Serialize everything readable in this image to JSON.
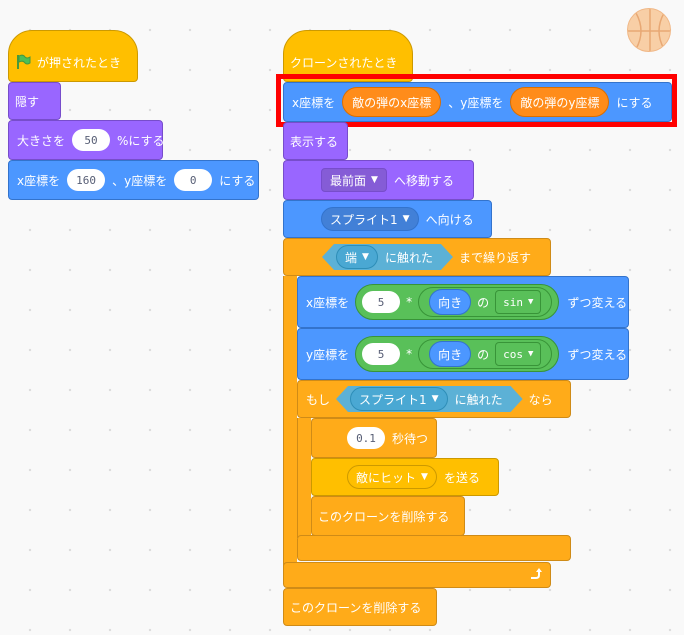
{
  "left_script": {
    "hat_label": "が押されたとき",
    "hide_label": "隠す",
    "size_prefix": "大きさを",
    "size_value": "50",
    "size_suffix": "%にする",
    "goto_x_prefix": "x座標を",
    "goto_x_value": "160",
    "goto_y_prefix": "、y座標を",
    "goto_y_value": "0",
    "goto_suffix": "にする"
  },
  "right_script": {
    "hat_label": "クローンされたとき",
    "goto_x_prefix": "x座標を",
    "goto_x_reporter": "敵の弾のx座標",
    "goto_y_prefix": "、y座標を",
    "goto_y_reporter": "敵の弾のy座標",
    "goto_suffix": "にする",
    "show_label": "表示する",
    "layer_option": "最前面",
    "layer_suffix": "へ移動する",
    "point_option": "スプライト1",
    "point_suffix": "へ向ける",
    "repeat_until_option": "端",
    "repeat_until_touch": "に触れた",
    "repeat_until_suffix": "まで繰り返す",
    "change_x_prefix": "x座標を",
    "change_x_num": "5",
    "change_x_op": "*",
    "change_x_dir": "向き",
    "change_x_of": "の",
    "change_x_fn": "sin",
    "change_x_suffix": "ずつ変える",
    "change_y_prefix": "y座標を",
    "change_y_num": "5",
    "change_y_op": "*",
    "change_y_dir": "向き",
    "change_y_of": "の",
    "change_y_fn": "cos",
    "change_y_suffix": "ずつ変える",
    "if_prefix": "もし",
    "if_option": "スプライト1",
    "if_touch": "に触れた",
    "if_suffix": "なら",
    "wait_value": "0.1",
    "wait_suffix": "秒待つ",
    "broadcast_option": "敵にヒット",
    "broadcast_suffix": "を送る",
    "delete_clone_inner": "このクローンを削除する",
    "delete_clone_end": "このクローンを削除する"
  },
  "icons": {
    "flag": "green-flag-icon",
    "loop_arrow": "repeat-arrow-icon",
    "caret": "dropdown-caret-icon",
    "sprite": "basketball-sprite-icon"
  },
  "colors": {
    "events": "#ffbf00",
    "looks": "#9966ff",
    "motion": "#4c97ff",
    "control": "#ffab19",
    "operators": "#59c059",
    "sensing": "#5cb1d6",
    "variable_reporter": "#ff8c1a",
    "highlight": "#ff0000"
  }
}
